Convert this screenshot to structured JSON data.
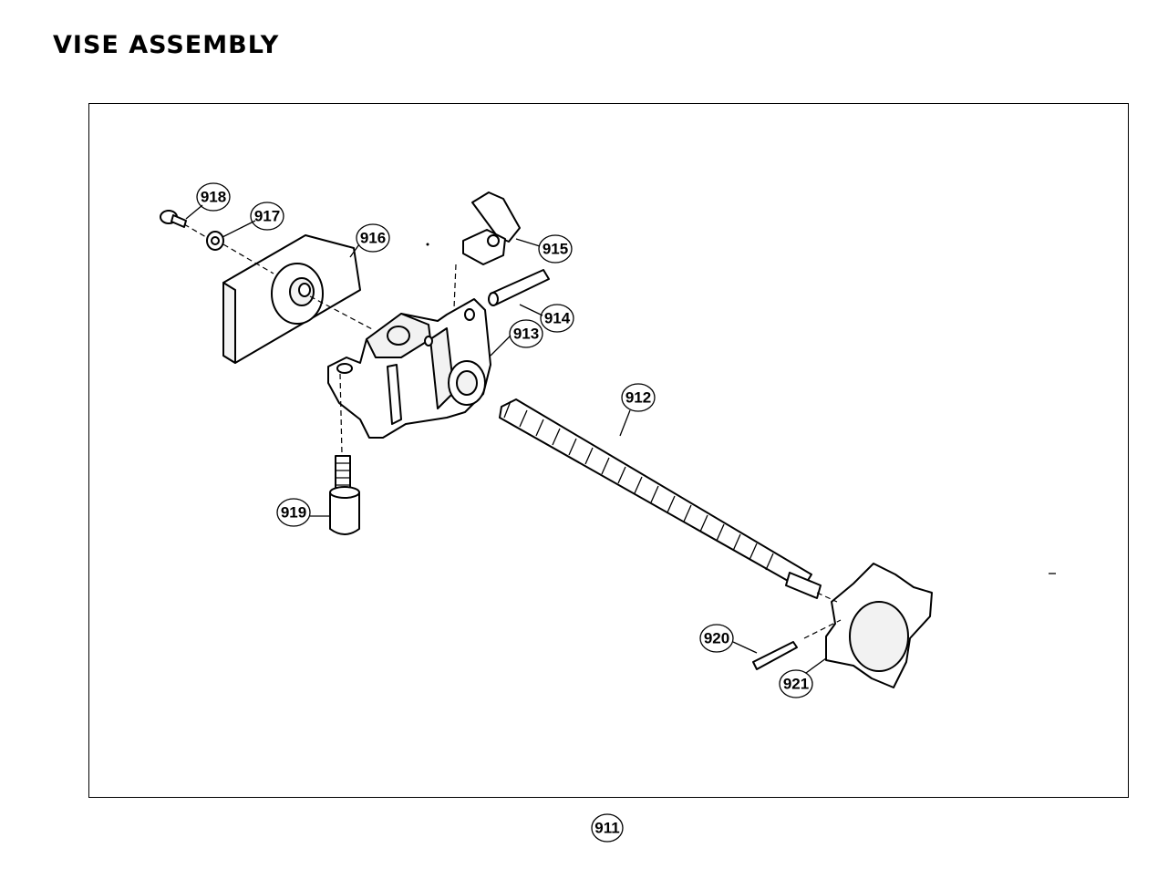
{
  "title": "VISE ASSEMBLY",
  "assembly_number": "911",
  "callouts": {
    "c912": "912",
    "c913": "913",
    "c914": "914",
    "c915": "915",
    "c916": "916",
    "c917": "917",
    "c918": "918",
    "c919": "919",
    "c920": "920",
    "c921": "921"
  }
}
